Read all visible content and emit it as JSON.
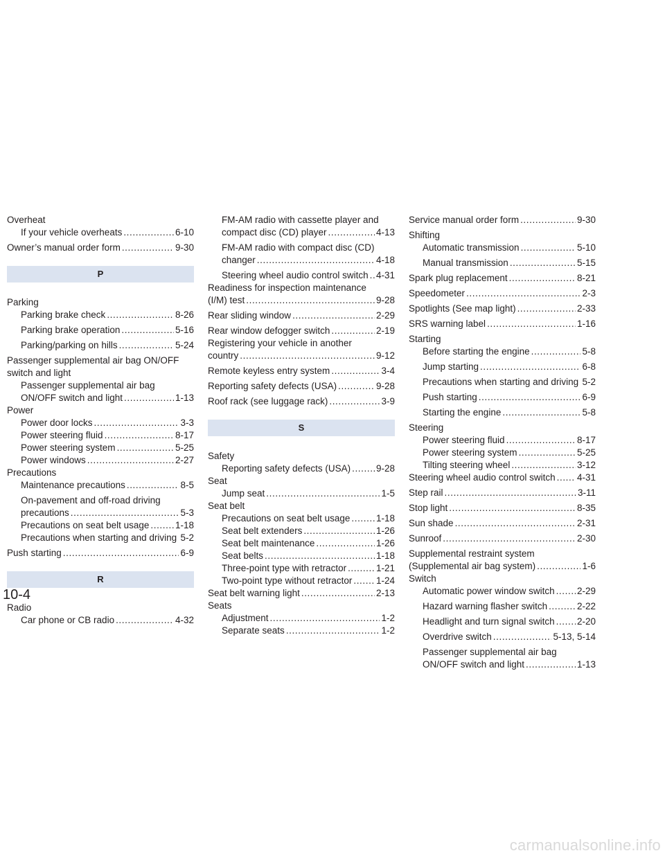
{
  "page_number": "10-4",
  "watermark": "carmanualsonline.info",
  "columns": [
    [
      {
        "type": "entry",
        "level": 0,
        "text": "Overheat"
      },
      {
        "type": "entry",
        "level": 1,
        "text": "If your vehicle overheats",
        "page": "6-10"
      },
      {
        "type": "entry",
        "level": 0,
        "text": "Owner’s manual order form",
        "page": "9-30",
        "gap": true
      },
      {
        "type": "header",
        "text": "P"
      },
      {
        "type": "entry",
        "level": 0,
        "text": "Parking"
      },
      {
        "type": "entry",
        "level": 1,
        "text": "Parking brake check",
        "page": "8-26"
      },
      {
        "type": "entry",
        "level": 1,
        "text": "Parking brake operation",
        "page": "5-16",
        "gap": true
      },
      {
        "type": "entry",
        "level": 1,
        "text": "Parking/parking on hills",
        "page": "5-24",
        "gap": true
      },
      {
        "type": "entry",
        "level": 0,
        "lead": "Passenger supplemental air bag ON/OFF",
        "text": "switch and light",
        "gap": true
      },
      {
        "type": "entry",
        "level": 1,
        "lead": "Passenger supplemental air bag",
        "text": "ON/OFF switch and light",
        "page": "1-13"
      },
      {
        "type": "entry",
        "level": 0,
        "text": "Power"
      },
      {
        "type": "entry",
        "level": 1,
        "text": "Power door locks",
        "page": "3-3"
      },
      {
        "type": "entry",
        "level": 1,
        "text": "Power steering fluid",
        "page": "8-17"
      },
      {
        "type": "entry",
        "level": 1,
        "text": "Power steering system",
        "page": "5-25"
      },
      {
        "type": "entry",
        "level": 1,
        "text": "Power windows",
        "page": "2-27"
      },
      {
        "type": "entry",
        "level": 0,
        "text": "Precautions"
      },
      {
        "type": "entry",
        "level": 1,
        "text": "Maintenance precautions",
        "page": "8-5"
      },
      {
        "type": "entry",
        "level": 1,
        "lead": "On-pavement and off-road driving",
        "text": "precautions",
        "page": "5-3",
        "gap": true
      },
      {
        "type": "entry",
        "level": 1,
        "text": "Precautions on seat belt usage",
        "page": "1-18"
      },
      {
        "type": "entry",
        "level": 1,
        "text": "Precautions when starting and driving",
        "page": "5-2"
      },
      {
        "type": "entry",
        "level": 0,
        "text": "Push starting",
        "page": "6-9",
        "gap": true
      },
      {
        "type": "header",
        "text": "R"
      },
      {
        "type": "entry",
        "level": 0,
        "text": "Radio"
      },
      {
        "type": "entry",
        "level": 1,
        "text": "Car phone or CB radio",
        "page": "4-32"
      }
    ],
    [
      {
        "type": "entry",
        "level": 1,
        "lead": "FM-AM radio with cassette player and",
        "text": "compact disc (CD) player",
        "page": "4-13"
      },
      {
        "type": "entry",
        "level": 1,
        "lead": "FM-AM radio with compact disc (CD)",
        "text": "changer",
        "page": "4-18",
        "gap": true
      },
      {
        "type": "entry",
        "level": 1,
        "text": "Steering wheel audio control switch",
        "page": "4-31",
        "gap": true
      },
      {
        "type": "entry",
        "level": 0,
        "lead": "Readiness for inspection maintenance",
        "text": "(I/M) test",
        "page": "9-28"
      },
      {
        "type": "entry",
        "level": 0,
        "text": "Rear sliding window",
        "page": "2-29",
        "gap": true
      },
      {
        "type": "entry",
        "level": 0,
        "text": "Rear window defogger switch",
        "page": "2-19",
        "gap": true
      },
      {
        "type": "entry",
        "level": 0,
        "lead": "Registering your vehicle in another",
        "text": "country",
        "page": "9-12"
      },
      {
        "type": "entry",
        "level": 0,
        "text": "Remote keyless entry system",
        "page": "3-4",
        "gap": true
      },
      {
        "type": "entry",
        "level": 0,
        "text": "Reporting safety defects (USA)",
        "page": "9-28",
        "gap": true
      },
      {
        "type": "entry",
        "level": 0,
        "text": "Roof rack (see luggage rack)",
        "page": "3-9",
        "gap": true
      },
      {
        "type": "header",
        "text": "S"
      },
      {
        "type": "entry",
        "level": 0,
        "text": "Safety"
      },
      {
        "type": "entry",
        "level": 1,
        "text": "Reporting safety defects (USA)",
        "page": "9-28"
      },
      {
        "type": "entry",
        "level": 0,
        "text": "Seat"
      },
      {
        "type": "entry",
        "level": 1,
        "text": "Jump seat",
        "page": "1-5"
      },
      {
        "type": "entry",
        "level": 0,
        "text": "Seat belt"
      },
      {
        "type": "entry",
        "level": 1,
        "text": "Precautions on seat belt usage",
        "page": "1-18"
      },
      {
        "type": "entry",
        "level": 1,
        "text": "Seat belt extenders",
        "page": "1-26"
      },
      {
        "type": "entry",
        "level": 1,
        "text": "Seat belt maintenance",
        "page": "1-26"
      },
      {
        "type": "entry",
        "level": 1,
        "text": "Seat belts",
        "page": "1-18"
      },
      {
        "type": "entry",
        "level": 1,
        "text": "Three-point type with retractor",
        "page": "1-21"
      },
      {
        "type": "entry",
        "level": 1,
        "text": "Two-point type without retractor",
        "page": "1-24"
      },
      {
        "type": "entry",
        "level": 0,
        "text": "Seat belt warning light",
        "page": "2-13"
      },
      {
        "type": "entry",
        "level": 0,
        "text": "Seats"
      },
      {
        "type": "entry",
        "level": 1,
        "text": "Adjustment",
        "page": "1-2"
      },
      {
        "type": "entry",
        "level": 1,
        "text": "Separate seats",
        "page": "1-2"
      }
    ],
    [
      {
        "type": "entry",
        "level": 0,
        "text": "Service manual order form",
        "page": "9-30"
      },
      {
        "type": "entry",
        "level": 0,
        "text": "Shifting",
        "gap": true
      },
      {
        "type": "entry",
        "level": 1,
        "text": "Automatic transmission",
        "page": "5-10"
      },
      {
        "type": "entry",
        "level": 1,
        "text": "Manual transmission",
        "page": "5-15",
        "gap": true
      },
      {
        "type": "entry",
        "level": 0,
        "text": "Spark plug replacement",
        "page": "8-21",
        "gap": true
      },
      {
        "type": "entry",
        "level": 0,
        "text": "Speedometer",
        "page": "2-3",
        "gap": true
      },
      {
        "type": "entry",
        "level": 0,
        "text": "Spotlights (See map light)",
        "page": "2-33",
        "gap": true
      },
      {
        "type": "entry",
        "level": 0,
        "text": "SRS warning label",
        "page": "1-16",
        "gap": true
      },
      {
        "type": "entry",
        "level": 0,
        "text": "Starting",
        "gap": true
      },
      {
        "type": "entry",
        "level": 1,
        "text": "Before starting the engine",
        "page": "5-8"
      },
      {
        "type": "entry",
        "level": 1,
        "text": "Jump starting",
        "page": "6-8",
        "gap": true
      },
      {
        "type": "entry",
        "level": 1,
        "text": "Precautions when starting and driving",
        "page": "5-2",
        "gap": true
      },
      {
        "type": "entry",
        "level": 1,
        "text": "Push starting",
        "page": "6-9",
        "gap": true
      },
      {
        "type": "entry",
        "level": 1,
        "text": "Starting the engine",
        "page": "5-8",
        "gap": true
      },
      {
        "type": "entry",
        "level": 0,
        "text": "Steering",
        "gap": true
      },
      {
        "type": "entry",
        "level": 1,
        "text": "Power steering fluid",
        "page": "8-17"
      },
      {
        "type": "entry",
        "level": 1,
        "text": "Power steering system",
        "page": "5-25"
      },
      {
        "type": "entry",
        "level": 1,
        "text": "Tilting steering wheel",
        "page": "3-12"
      },
      {
        "type": "entry",
        "level": 0,
        "text": "Steering wheel audio control switch",
        "page": "4-31"
      },
      {
        "type": "entry",
        "level": 0,
        "text": "Step rail",
        "page": "3-11",
        "gap": true
      },
      {
        "type": "entry",
        "level": 0,
        "text": "Stop light",
        "page": "8-35",
        "gap": true
      },
      {
        "type": "entry",
        "level": 0,
        "text": "Sun shade",
        "page": "2-31",
        "gap": true
      },
      {
        "type": "entry",
        "level": 0,
        "text": "Sunroof",
        "page": "2-30",
        "gap": true
      },
      {
        "type": "entry",
        "level": 0,
        "lead": "Supplemental restraint system",
        "text": "(Supplemental air bag system)",
        "page": "1-6",
        "gap": true
      },
      {
        "type": "entry",
        "level": 0,
        "text": "Switch"
      },
      {
        "type": "entry",
        "level": 1,
        "text": "Automatic power window switch",
        "page": "2-29"
      },
      {
        "type": "entry",
        "level": 1,
        "text": "Hazard warning flasher switch",
        "page": "2-22",
        "gap": true
      },
      {
        "type": "entry",
        "level": 1,
        "text": "Headlight and turn signal switch",
        "page": "2-20",
        "gap": true
      },
      {
        "type": "entry",
        "level": 1,
        "text": "Overdrive switch",
        "page": "5-13, 5-14",
        "gap": true
      },
      {
        "type": "entry",
        "level": 1,
        "lead": "Passenger supplemental air bag",
        "text": "ON/OFF switch and light",
        "page": "1-13",
        "gap": true
      }
    ]
  ]
}
